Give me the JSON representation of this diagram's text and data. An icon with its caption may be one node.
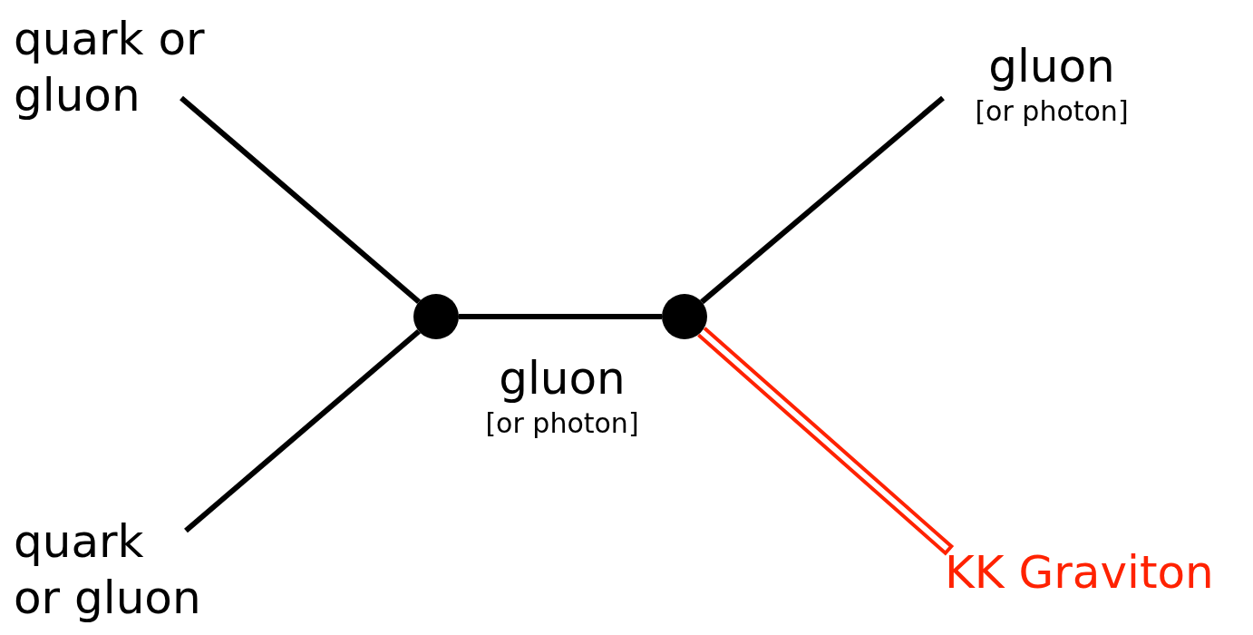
{
  "diagram": {
    "nodes": [
      {
        "text": [
          "quark or gluon"
        ]
      },
      {
        "text": [
          "quark or gluon"
        ]
      },
      {
        "text": [],
        "shape": "circle"
      },
      {
        "text": [],
        "shape": "circle"
      },
      {
        "text": [
          "gluon",
          "[or photon]"
        ]
      },
      {
        "text": [
          "KK Graviton"
        ]
      }
    ],
    "edges": [
      {
        "from": 0,
        "to": 2,
        "arrow": "none"
      },
      {
        "from": 1,
        "to": 2,
        "arrow": "none"
      },
      {
        "from": 2,
        "to": 3,
        "arrow": "none"
      },
      {
        "from": 3,
        "to": 4,
        "arrow": "none"
      },
      {
        "from": 3,
        "to": 5,
        "arrow": "none",
        "color": "#ff2200"
      }
    ],
    "labels": [
      "gluon",
      "[or photon]"
    ]
  }
}
